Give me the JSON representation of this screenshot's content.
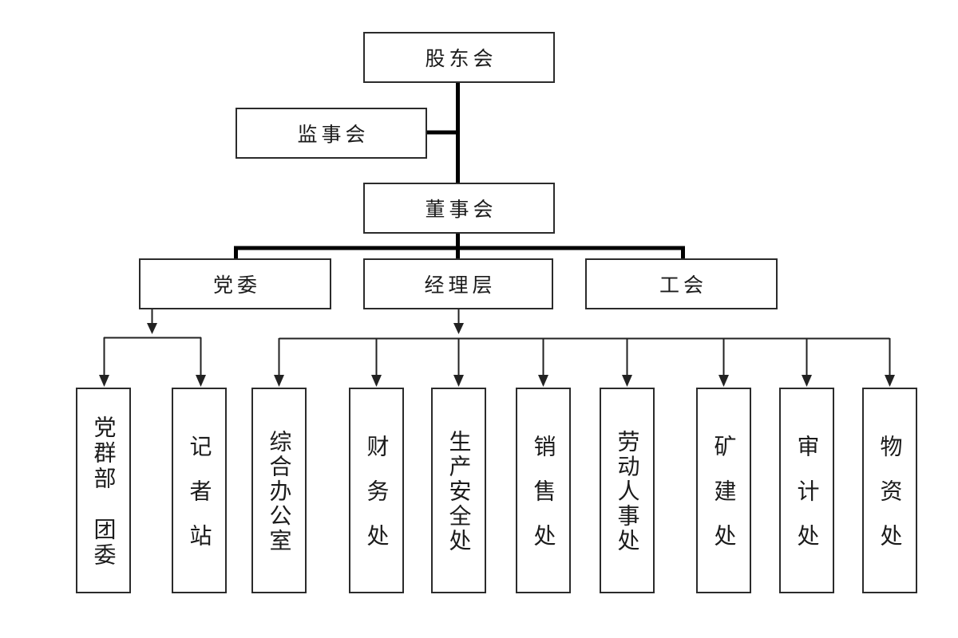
{
  "org_chart": {
    "nodes": {
      "shareholders_meeting": {
        "label": "股东会"
      },
      "supervisory_board": {
        "label": "监事会"
      },
      "board_of_directors": {
        "label": "董事会"
      },
      "party_committee": {
        "label": "党委"
      },
      "management_team": {
        "label": "经理层"
      },
      "labor_union": {
        "label": "工会"
      }
    },
    "party_committee_departments": [
      {
        "label": "党群部　团委"
      },
      {
        "label": "记者站"
      }
    ],
    "management_departments": [
      {
        "label": "综合办公室"
      },
      {
        "label": "财务处"
      },
      {
        "label": "生产安全处"
      },
      {
        "label": "销售处"
      },
      {
        "label": "劳动人事处"
      },
      {
        "label": "矿建处"
      },
      {
        "label": "审计处"
      },
      {
        "label": "物资处"
      }
    ],
    "colors": {
      "background": "#ffffff",
      "box_border": "#2b2b2b",
      "text": "#1b1b1b",
      "thick_line": "#000000",
      "thin_line": "#222222"
    }
  }
}
